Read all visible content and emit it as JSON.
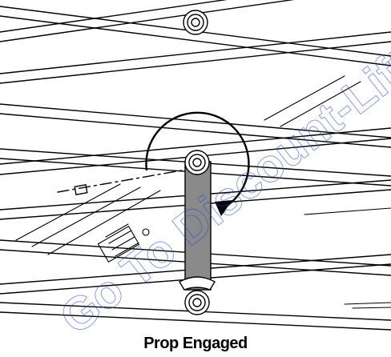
{
  "caption": "Prop Engaged",
  "watermark": "Go To Discount-Lift",
  "colors": {
    "line": "#000000",
    "prop": "#8a8a8a",
    "watermark": "#2b4bd6"
  },
  "icons": [
    "pivot-bolt-icon",
    "rotation-arrow-icon",
    "dashed-centerline"
  ]
}
